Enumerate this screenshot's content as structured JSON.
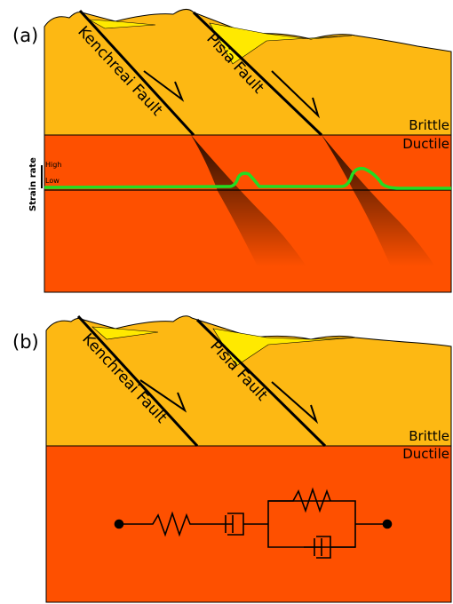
{
  "panels": [
    {
      "id": "a",
      "label": "(a)",
      "faults": [
        "Kenchreai Fault",
        "Pisia Fault"
      ],
      "layers": {
        "upper": "Brittle",
        "lower": "Ductile"
      },
      "strain_rate": {
        "title": "Strain rate",
        "high": "High",
        "low": "Low"
      }
    },
    {
      "id": "b",
      "label": "(b)",
      "faults": [
        "Kenchreai Fault",
        "Pisia Fault"
      ],
      "layers": {
        "upper": "Brittle",
        "lower": "Ductile"
      }
    }
  ],
  "colors": {
    "brittle": "#FDB813",
    "sediment": "#FFE900",
    "ductile": "#FE5000",
    "strain_curve": "#22DD22",
    "shear_zone": "#000000",
    "outline": "#000000"
  }
}
